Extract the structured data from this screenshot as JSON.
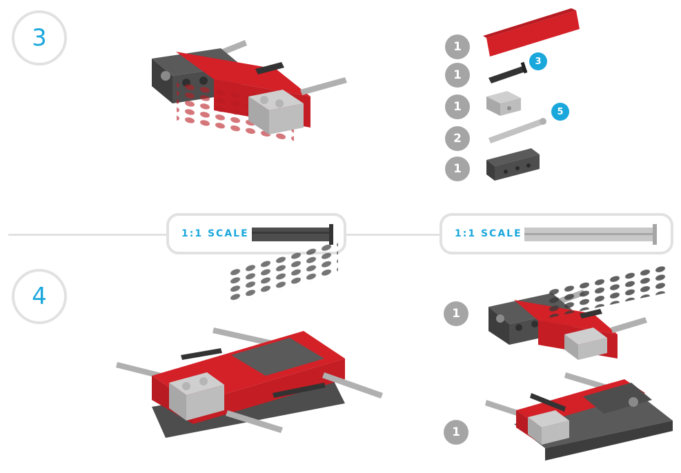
{
  "steps": [
    {
      "number": "3",
      "parts": [
        {
          "count": "1",
          "part": "red-technic-brick-1x8"
        },
        {
          "count": "1",
          "part": "black-axle-pin",
          "length_badge": "3"
        },
        {
          "count": "1",
          "part": "light-gray-technic-brick-1x2"
        },
        {
          "count": "2",
          "part": "light-gray-axle",
          "length_badge": "5"
        },
        {
          "count": "1",
          "part": "dark-gray-technic-brick-1x4"
        }
      ]
    },
    {
      "number": "4",
      "parts": [
        {
          "count": "1",
          "part": "subassembly-step-3"
        },
        {
          "count": "1",
          "part": "base-plate-subassembly"
        }
      ]
    }
  ],
  "scale_references": [
    {
      "label": "1:1 SCALE",
      "part": "black-axle-pin"
    },
    {
      "label": "1:1 SCALE",
      "part": "light-gray-axle"
    }
  ],
  "colors": {
    "accent": "#1aa7dc",
    "circle_border": "#e1e1e1",
    "count_badge": "#a5a5a5",
    "red": "#d42027",
    "dark_gray": "#4d4d4d",
    "light_gray": "#bdbdbd",
    "black": "#333333"
  }
}
